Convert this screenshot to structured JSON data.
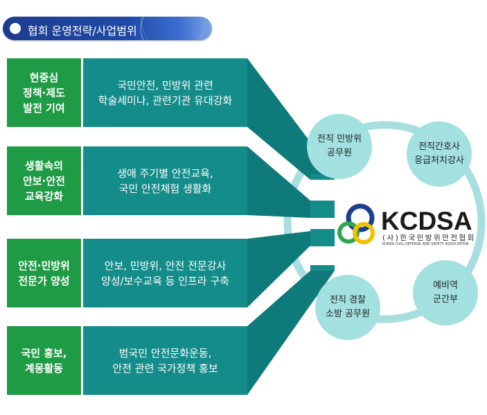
{
  "header": {
    "title": "협회 운영전략/사업범위"
  },
  "rows": [
    {
      "label": "현중심\n정책·제도\n발전 기여",
      "text": "국민안전, 민방위 관련\n학술세미나, 관련기관 유대강화"
    },
    {
      "label": "생활속의\n안보·안전\n교육강화",
      "text": "생애 주기별 안전교육,\n국민 안전체험 생활화"
    },
    {
      "label": "안전·민방위\n전문가 양성",
      "text": "안보, 민방위, 안전 전문강사\n양성/보수교육 등 인프라 구축"
    },
    {
      "label": "국민 홍보,\n계몽활동",
      "text": "범국민 안전문화운동,\n안전 관련 국가정책 홍보"
    }
  ],
  "circles": [
    {
      "label": "전직 민방위\n공무원"
    },
    {
      "label": "전직간호사\n응급처치강사"
    },
    {
      "label": "예비역\n군간부"
    },
    {
      "label": "전직 경찰\n소방 공무원"
    }
  ],
  "logo": {
    "name": "KCDSA",
    "korean": "(사)한국민방위안전협회",
    "english": "KOREA CIVIL DEFENSE AND SAFETY ASSOCIATION"
  },
  "colors": {
    "header": "#1e4aa6",
    "green": "#1f9a45",
    "teal": "#148c8a",
    "ring": "#a7dfe0",
    "circle": "#a3e0e0"
  }
}
